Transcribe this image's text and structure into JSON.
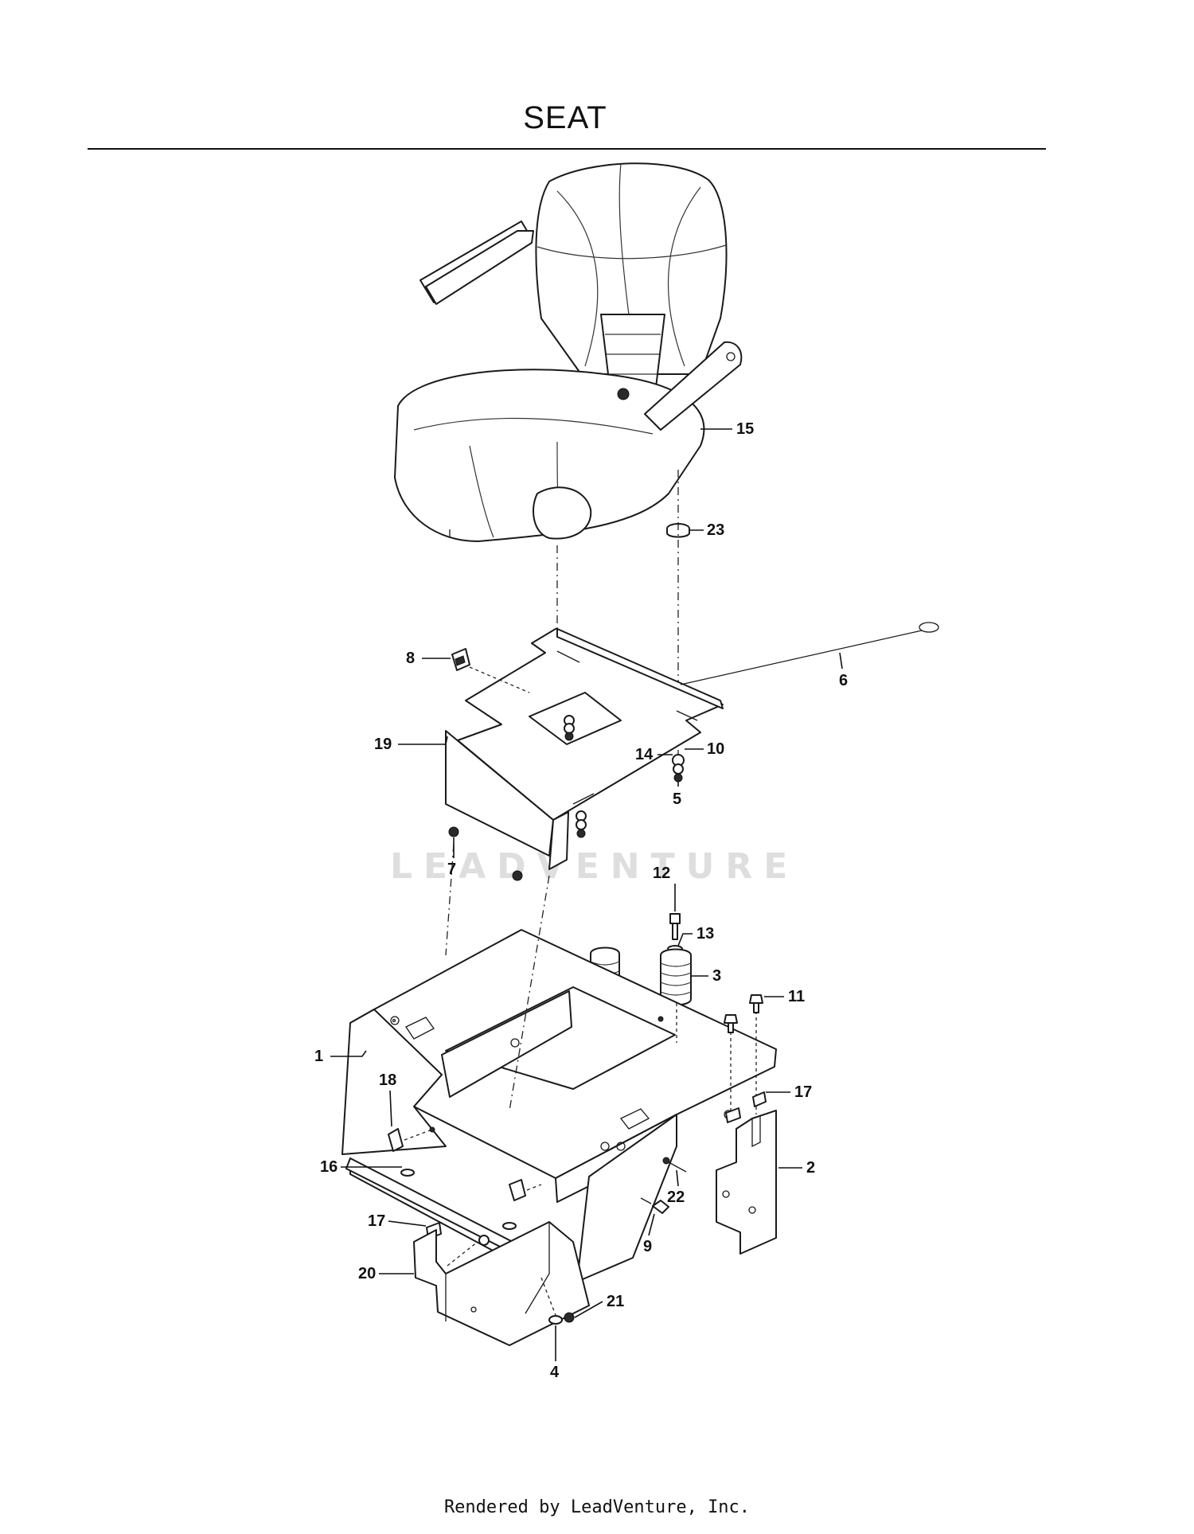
{
  "title": "SEAT",
  "watermark": "LEADVENTURE",
  "footer": "Rendered by LeadVenture, Inc.",
  "callouts": [
    "1",
    "2",
    "3",
    "4",
    "5",
    "6",
    "7",
    "8",
    "9",
    "10",
    "11",
    "12",
    "13",
    "14",
    "15",
    "16",
    "17",
    "17",
    "18",
    "19",
    "20",
    "21",
    "22",
    "23"
  ]
}
